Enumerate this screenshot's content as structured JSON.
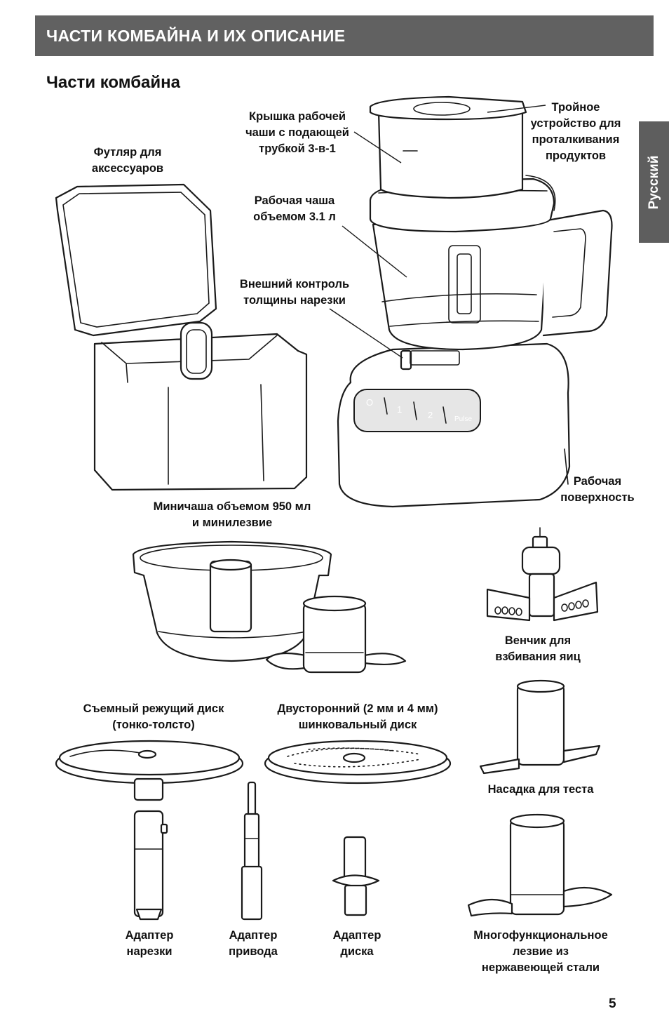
{
  "header": {
    "title": "ЧАСТИ КОМБАЙНА И ИХ ОПИСАНИЕ"
  },
  "language_tab": "Русский",
  "section_title": "Части комбайна",
  "labels": {
    "accessory_case": [
      "Футляр для",
      "аксессуаров"
    ],
    "lid": [
      "Крышка рабочей",
      "чаши с подающей",
      "трубкой 3-в-1"
    ],
    "triple_pusher": [
      "Тройное",
      "устройство для",
      "проталкивания",
      "продуктов"
    ],
    "work_bowl": [
      "Рабочая чаша",
      "объемом 3.1 л"
    ],
    "slice_control": [
      "Внешний контроль",
      "толщины нарезки"
    ],
    "base": [
      "Рабочая",
      "поверхность"
    ],
    "mini_bowl": [
      "Миничаша объемом 950 мл",
      "и минилезвие"
    ],
    "egg_whip": [
      "Венчик для",
      "взбивания яиц"
    ],
    "slicing_disc": [
      "Съемный режущий диск",
      "(тонко-толсто)"
    ],
    "shredding_disc": [
      "Двусторонний (2 мм и 4 мм)",
      "шинковальный диск"
    ],
    "dough_blade": [
      "Насадка для теста"
    ],
    "slicing_adapter": [
      "Адаптер",
      "нарезки"
    ],
    "drive_adapter": [
      "Адаптер",
      "привода"
    ],
    "disc_adapter": [
      "Адаптер",
      "диска"
    ],
    "multipurpose_blade": [
      "Многофункциональное",
      "лезвие из",
      "нержавеющей стали"
    ]
  },
  "control_panel": {
    "buttons": [
      "O",
      "1",
      "2",
      "Pulse"
    ]
  },
  "page_number": "5"
}
